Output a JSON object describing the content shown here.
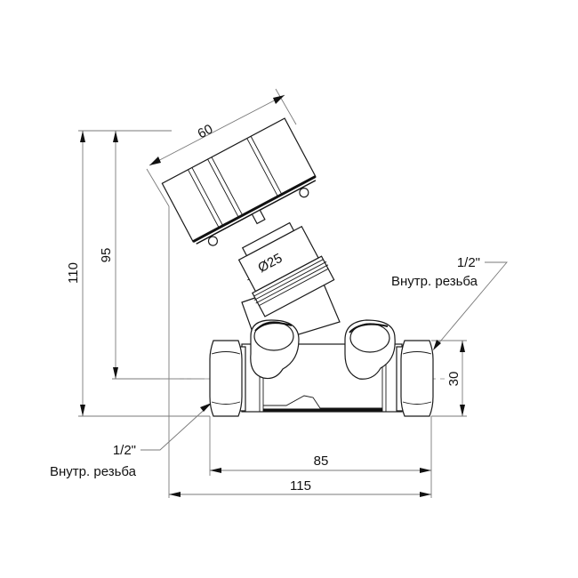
{
  "drawing": {
    "subject": "Balancing valve (angle-body) dimensional drawing",
    "dimensions": {
      "cap_width": "60",
      "stem_diameter": "Ø25",
      "height_total": "110",
      "height_to_axis": "95",
      "body_height": "30",
      "inner_length": "85",
      "overall_length": "115"
    },
    "callouts": {
      "right": {
        "size": "1/2\"",
        "desc": "Внутр. резьба"
      },
      "left": {
        "size": "1/2\"",
        "desc": "Внутр. резьба"
      }
    }
  }
}
